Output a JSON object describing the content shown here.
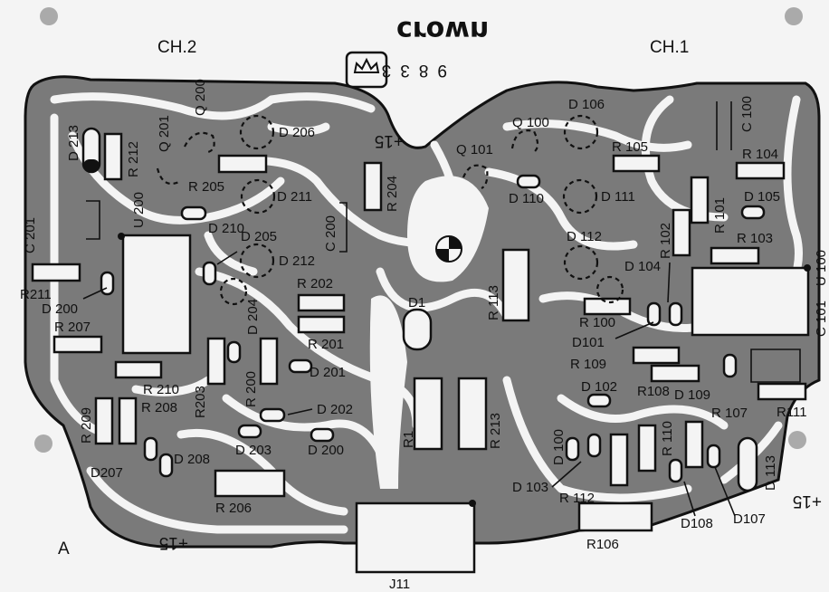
{
  "header": {
    "brand": "crown",
    "code": "9833",
    "ch_left": "CH.2",
    "ch_right": "CH.1",
    "top_voltage": "+15",
    "bottom_voltage": "+15",
    "right_voltage": "+15",
    "board_letter": "A",
    "connector": "J11"
  },
  "labels": {
    "R201": "R 201",
    "R202": "R 202",
    "R203": "R203",
    "R204": "R 204",
    "R205": "R 205",
    "R206": "R 206",
    "R207": "R 207",
    "R208": "R 208",
    "R209": "R 209",
    "R210": "R 210",
    "R211": "R211",
    "R212": "R 212",
    "R213": "R 213",
    "R200": "R 200",
    "R100": "R 100",
    "R101": "R 101",
    "R102": "R 102",
    "R103": "R 103",
    "R104": "R 104",
    "R105": "R 105",
    "R106": "R106",
    "R107": "R 107",
    "R108": "R108",
    "R109": "R 109",
    "R110": "R 110",
    "R111": "R111",
    "R112": "R 112",
    "R113": "R 113",
    "R1": "R1",
    "C100": "C 100",
    "C101": "C 101",
    "C200": "C 200",
    "C201": "C 201",
    "U100": "U 100",
    "U200": "U 200",
    "Q100": "Q 100",
    "Q101": "Q 101",
    "Q200": "Q 200",
    "Q201": "Q 201",
    "D1": "D1",
    "D100": "D 100",
    "D101": "D101",
    "D102": "D 102",
    "D103": "D 103",
    "D104": "D 104",
    "D105": "D 105",
    "D106": "D 106",
    "D107": "D107",
    "D108": "D108",
    "D109": "D 109",
    "D110": "D 110",
    "D111": "D 111",
    "D112": "D 112",
    "D113": "D 113",
    "D200": "D 200",
    "D200b": "D 200",
    "D201": "D 201",
    "D202": "D 202",
    "D203": "D 203",
    "D204": "D 204",
    "D205": "D 205",
    "D206": "D 206",
    "D207": "D207",
    "D208": "D 208",
    "D210": "D 210",
    "D211": "D 211",
    "D212": "D 212",
    "D213": "D 213"
  }
}
